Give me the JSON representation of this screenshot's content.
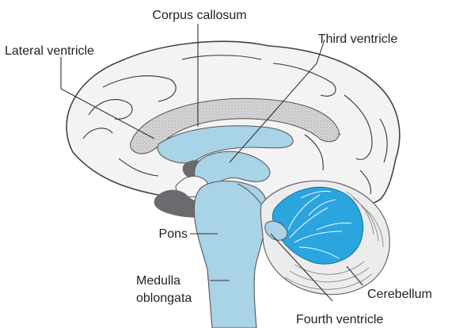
{
  "labels": {
    "corpus_callosum": "Corpus callosum",
    "third_ventricle": "Third ventricle",
    "lateral_ventricle": "Lateral ventricle",
    "pons": "Pons",
    "medulla_line1": "Medulla",
    "medulla_line2": "oblongata",
    "cerebellum": "Cerebellum",
    "fourth_ventricle": "Fourth ventricle"
  },
  "colors": {
    "ventricle_blue": "#a9d3e6",
    "ventricle_bright": "#2aa5de",
    "dark_gray": "#6c6a6f",
    "stipple_gray": "#cfcdd0",
    "outline": "#444444"
  }
}
